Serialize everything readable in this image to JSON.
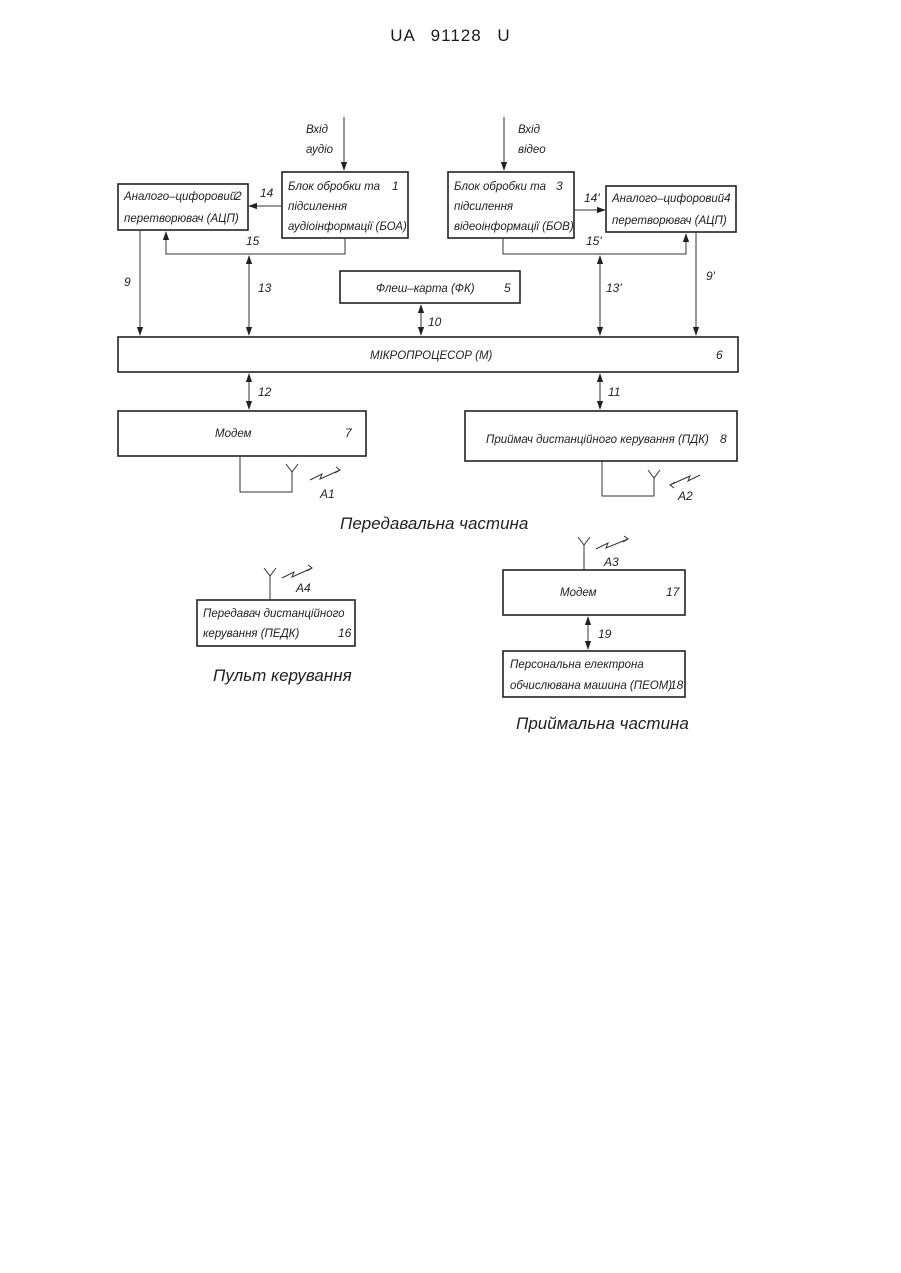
{
  "header": "UA 91128 U",
  "inputs": {
    "audio": {
      "line1": "Вхід",
      "line2": "аудіо"
    },
    "video": {
      "line1": "Вхід",
      "line2": "відео"
    }
  },
  "blocks": {
    "b1": {
      "lines": [
        "Блок обробки та",
        "підсилення",
        "аудіоінформації (БОА)"
      ],
      "num": "1"
    },
    "b2": {
      "lines": [
        "Аналого–цифоровий",
        "перетворювач (АЦП)"
      ],
      "num": "2"
    },
    "b3": {
      "lines": [
        "Блок обробки та",
        "підсилення",
        "відеоінформації (БОВ)"
      ],
      "num": "3"
    },
    "b4": {
      "lines": [
        "Аналого–цифоровий",
        "перетворювач (АЦП)"
      ],
      "num": "4"
    },
    "b5": {
      "lines": [
        "Флеш–карта (ФК)"
      ],
      "num": "5"
    },
    "b6": {
      "lines": [
        "МІКРОПРОЦЕСОР (М)"
      ],
      "num": "6"
    },
    "b7": {
      "lines": [
        "Модем"
      ],
      "num": "7"
    },
    "b8": {
      "lines": [
        "Приймач дистанційного керування (ПДК)"
      ],
      "num": "8"
    },
    "b16": {
      "lines": [
        "Передавач дистанційного",
        "керування (ПЕДК)"
      ],
      "num": "16"
    },
    "b17": {
      "lines": [
        "Модем"
      ],
      "num": "17"
    },
    "b18": {
      "lines": [
        "Персональна електрона",
        "обчислювана машина (ПЕОМ)"
      ],
      "num": "18"
    }
  },
  "links": {
    "l9": "9",
    "l9p": "9'",
    "l10": "10",
    "l11": "11",
    "l12": "12",
    "l13": "13",
    "l13p": "13'",
    "l14": "14",
    "l14p": "14'",
    "l15": "15",
    "l15p": "15'",
    "l19": "19"
  },
  "antennas": {
    "a1": "A1",
    "a2": "A2",
    "a3": "A3",
    "a4": "A4"
  },
  "captions": {
    "transmit": "Передавальна частина",
    "control": "Пульт керування",
    "receive": "Приймальна частина"
  }
}
